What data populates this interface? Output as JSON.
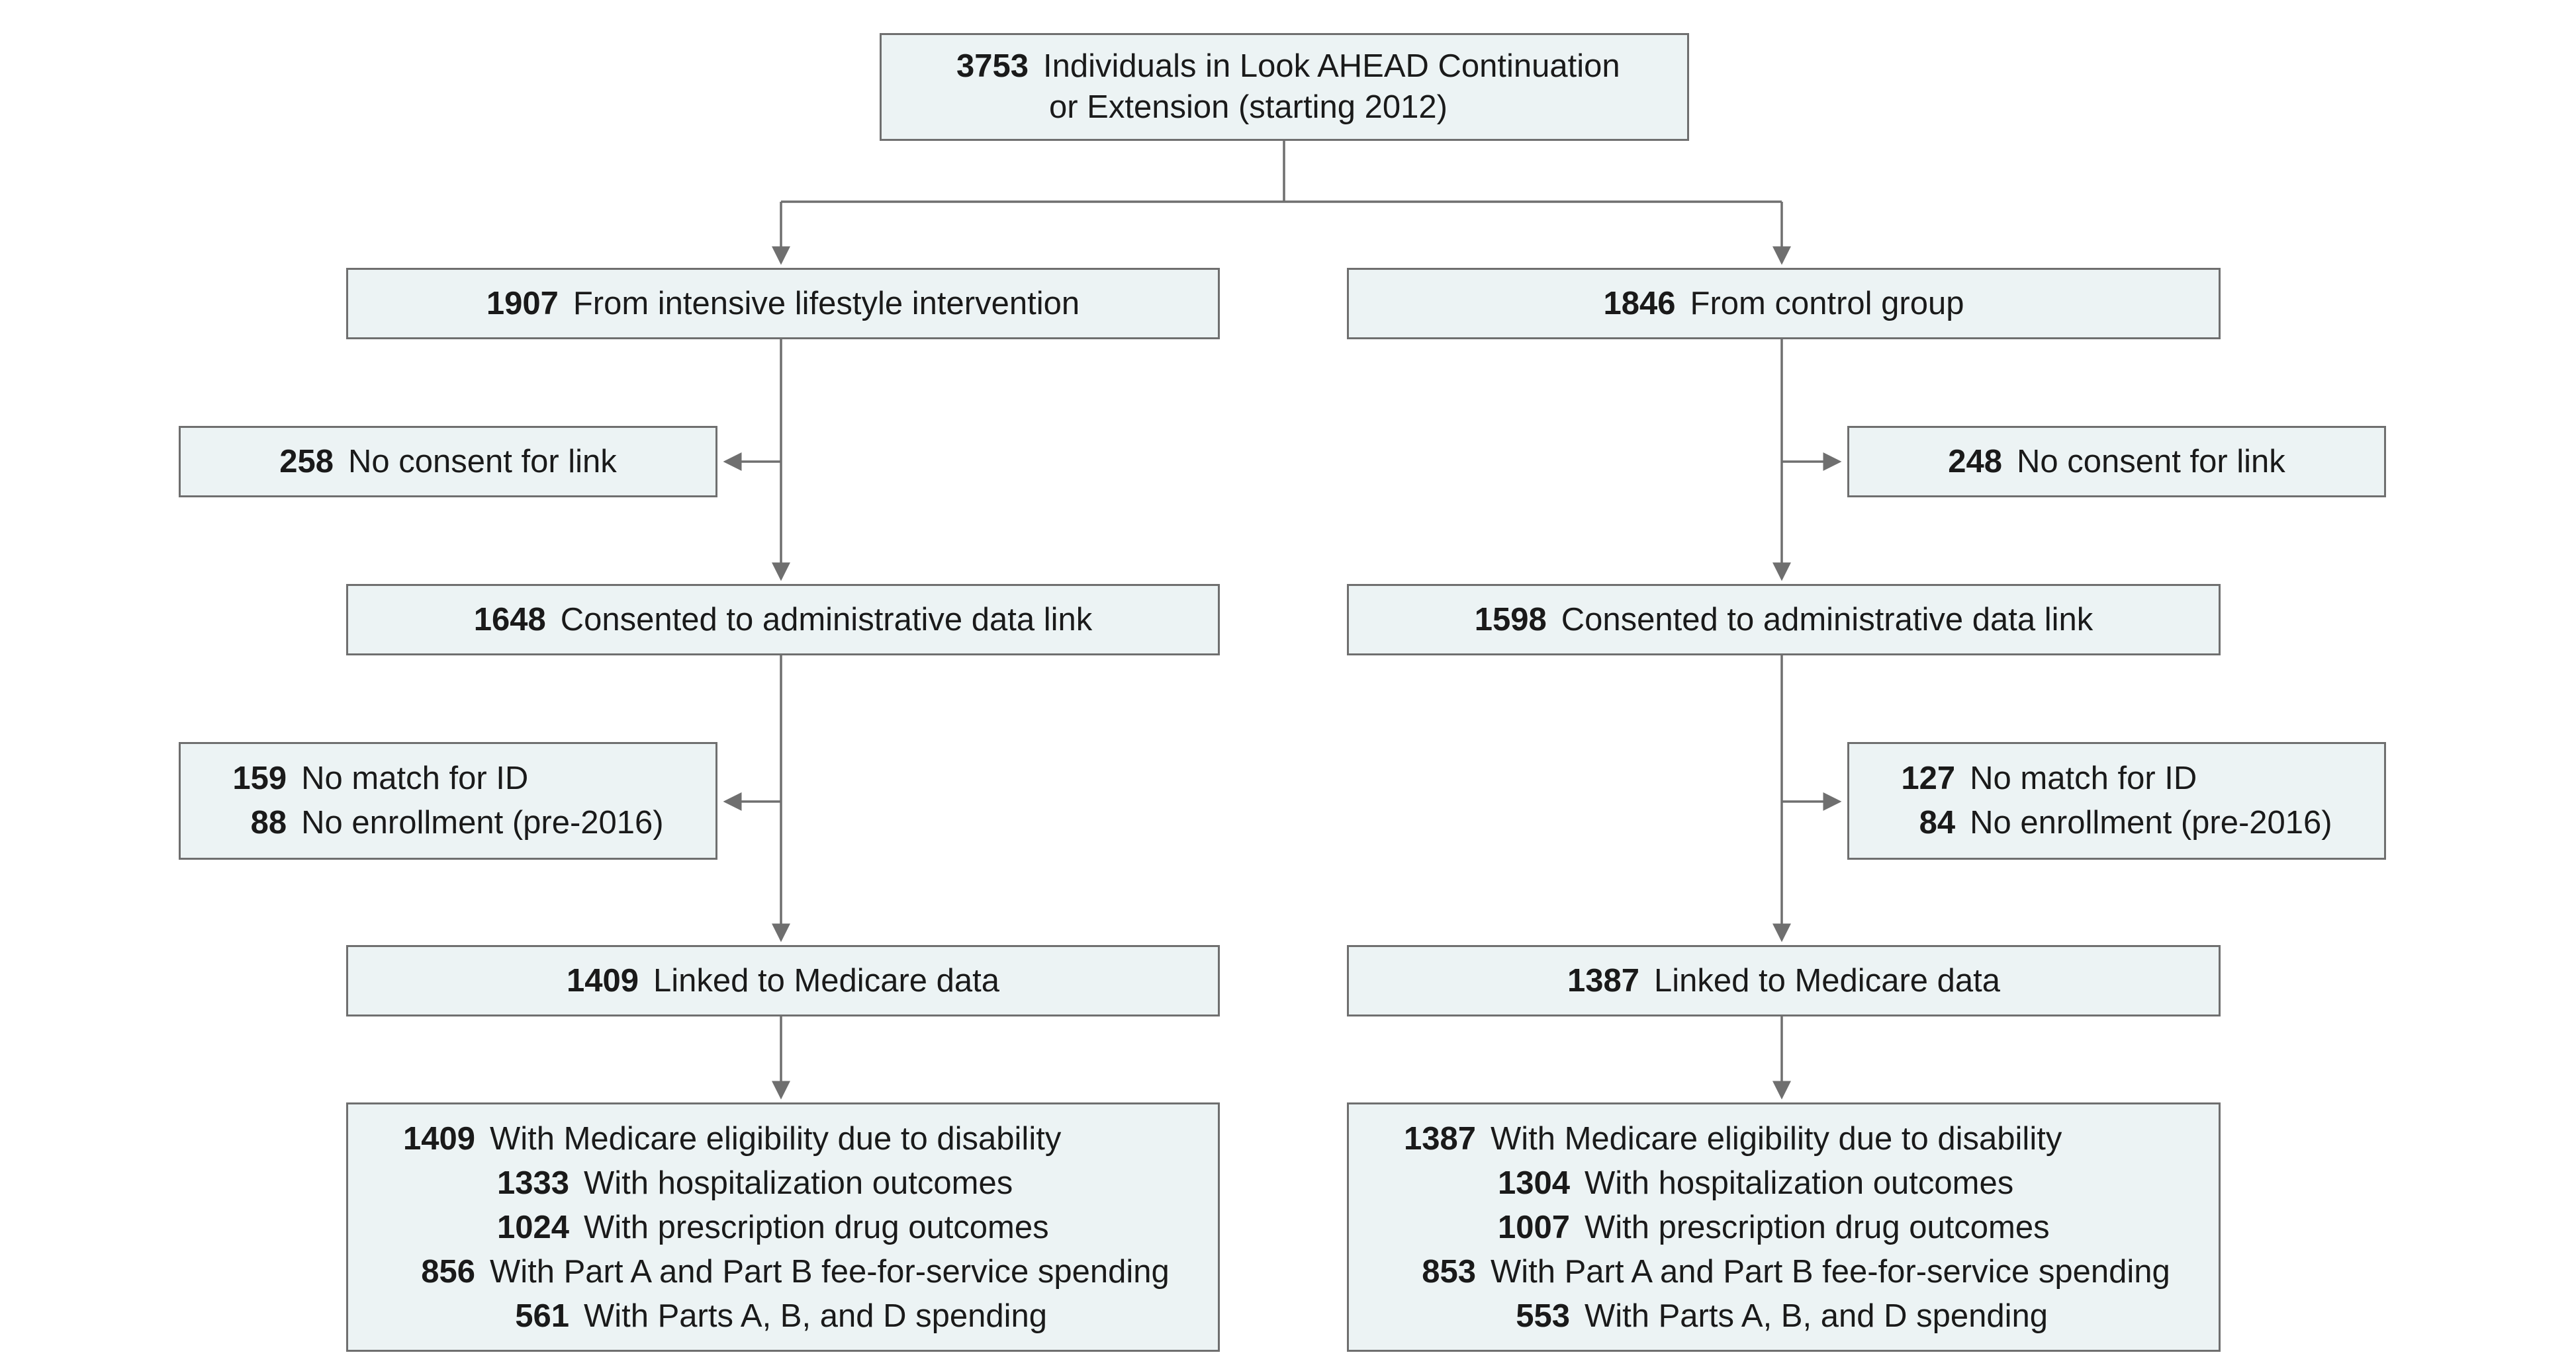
{
  "flowchart": {
    "top": {
      "count": "3753",
      "line1": "Individuals in Look AHEAD Continuation",
      "line2": "or Extension (starting 2012)"
    },
    "left": {
      "group": {
        "count": "1907",
        "label": "From intensive lifestyle intervention"
      },
      "exclusion1": {
        "count": "258",
        "label": "No consent for link"
      },
      "consented": {
        "count": "1648",
        "label": "Consented to administrative data link"
      },
      "exclusion2": [
        {
          "count": "159",
          "label": "No match for ID"
        },
        {
          "count": "88",
          "label": "No enrollment (pre-2016)"
        }
      ],
      "linked": {
        "count": "1409",
        "label": "Linked to Medicare data"
      },
      "outcomes": [
        {
          "count": "1409",
          "label": "With Medicare eligibility due to disability"
        },
        {
          "count": "1333",
          "label": "With hospitalization outcomes"
        },
        {
          "count": "1024",
          "label": "With prescription drug outcomes"
        },
        {
          "count": "856",
          "label": "With Part A and Part B fee-for-service spending"
        },
        {
          "count": "561",
          "label": "With Parts A, B, and D spending"
        }
      ]
    },
    "right": {
      "group": {
        "count": "1846",
        "label": "From control group"
      },
      "exclusion1": {
        "count": "248",
        "label": "No consent for link"
      },
      "consented": {
        "count": "1598",
        "label": "Consented to administrative data link"
      },
      "exclusion2": [
        {
          "count": "127",
          "label": "No match for ID"
        },
        {
          "count": "84",
          "label": "No enrollment (pre-2016)"
        }
      ],
      "linked": {
        "count": "1387",
        "label": "Linked to Medicare data"
      },
      "outcomes": [
        {
          "count": "1387",
          "label": "With Medicare eligibility due to disability"
        },
        {
          "count": "1304",
          "label": "With hospitalization outcomes"
        },
        {
          "count": "1007",
          "label": "With prescription drug outcomes"
        },
        {
          "count": "853",
          "label": "With Part A and Part B fee-for-service spending"
        },
        {
          "count": "553",
          "label": "With Parts A, B, and D spending"
        }
      ]
    }
  }
}
